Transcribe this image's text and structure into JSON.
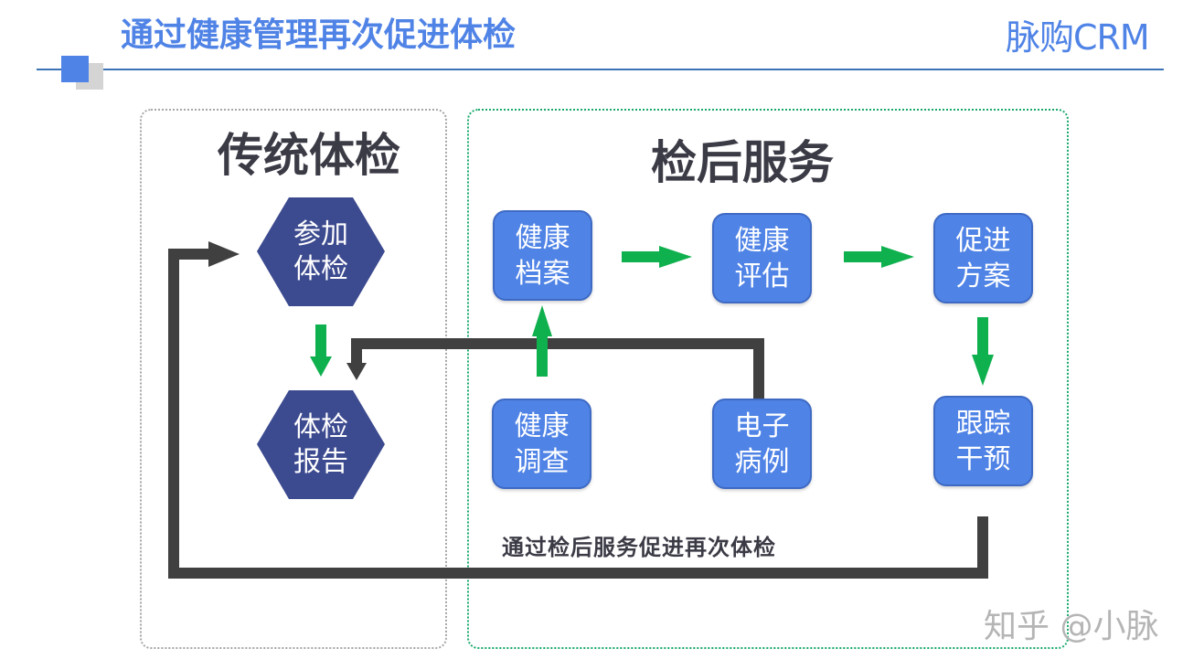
{
  "header": {
    "title": "通过健康管理再次促进体检",
    "brand": "脉购CRM"
  },
  "panels": {
    "traditional": {
      "title": "传统体检",
      "nodes": [
        {
          "id": "attend-exam",
          "label": "参加体检",
          "shape": "hexagon"
        },
        {
          "id": "exam-report",
          "label": "体检报告",
          "shape": "hexagon"
        }
      ]
    },
    "post_exam": {
      "title": "检后服务",
      "nodes": [
        {
          "id": "health-record",
          "label": "健康档案"
        },
        {
          "id": "health-assessment",
          "label": "健康评估"
        },
        {
          "id": "promotion-plan",
          "label": "促进方案"
        },
        {
          "id": "health-survey",
          "label": "健康调查"
        },
        {
          "id": "electronic-record",
          "label": "电子病例"
        },
        {
          "id": "follow-up",
          "label": "跟踪干预"
        }
      ]
    }
  },
  "edges": [
    {
      "from": "attend-exam",
      "to": "exam-report",
      "style": "green"
    },
    {
      "from": "health-record",
      "to": "health-assessment",
      "style": "green"
    },
    {
      "from": "health-assessment",
      "to": "promotion-plan",
      "style": "green"
    },
    {
      "from": "promotion-plan",
      "to": "follow-up",
      "style": "green"
    },
    {
      "from": "health-survey",
      "to": "health-record",
      "style": "green"
    },
    {
      "from": "electronic-record",
      "to": "exam-report",
      "style": "dark"
    },
    {
      "from": "follow-up",
      "to": "attend-exam",
      "style": "dark"
    }
  ],
  "caption": "通过检后服务促进再次体检",
  "watermark": "知乎 @小脉",
  "colors": {
    "title_blue": "#4f83e6",
    "hexagon": "#3c4a8f",
    "box": "#4f83e6",
    "green_arrow": "#0fb04e",
    "dark_arrow": "#404040",
    "text_dark": "#3b3b46"
  }
}
